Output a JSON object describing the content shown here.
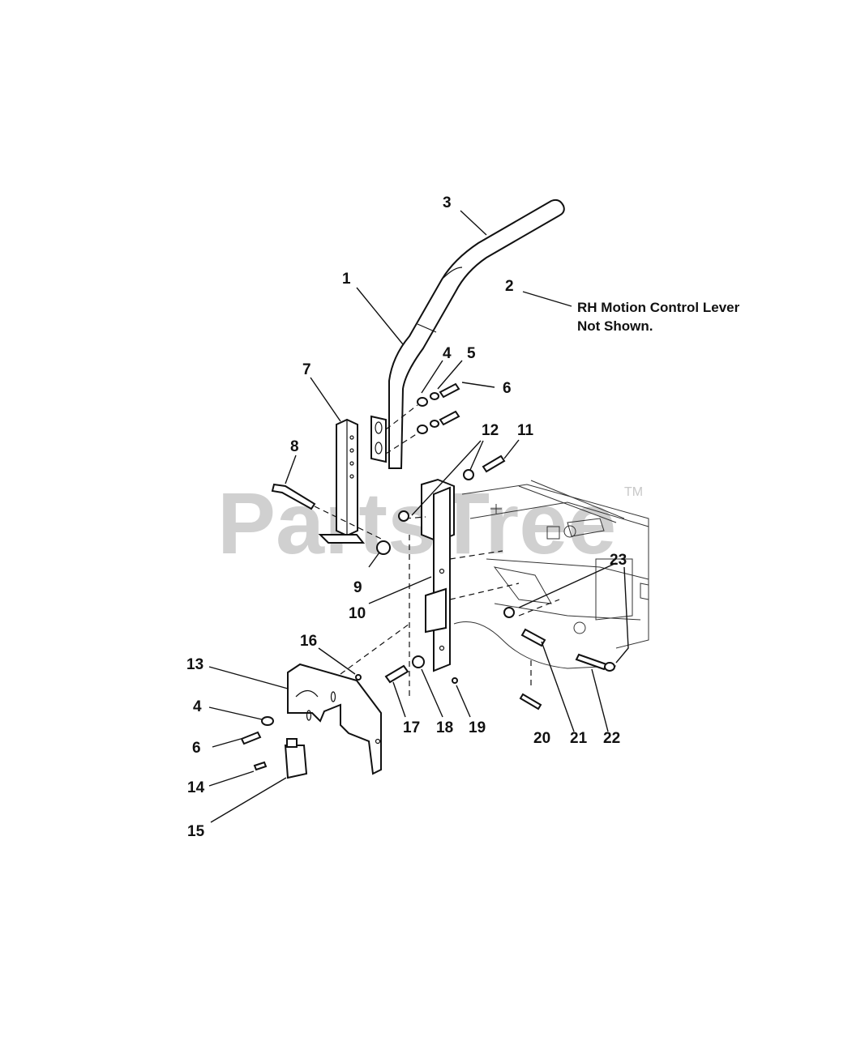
{
  "diagram": {
    "note": {
      "line1": "RH Motion Control Lever",
      "line2": "Not Shown."
    },
    "watermark": {
      "text": "PartsTree",
      "trademark": "TM"
    },
    "callouts": [
      {
        "id": "c1",
        "label": "1"
      },
      {
        "id": "c2",
        "label": "2"
      },
      {
        "id": "c3",
        "label": "3"
      },
      {
        "id": "c4a",
        "label": "4"
      },
      {
        "id": "c4b",
        "label": "4"
      },
      {
        "id": "c5",
        "label": "5"
      },
      {
        "id": "c6a",
        "label": "6"
      },
      {
        "id": "c6b",
        "label": "6"
      },
      {
        "id": "c7",
        "label": "7"
      },
      {
        "id": "c8",
        "label": "8"
      },
      {
        "id": "c9",
        "label": "9"
      },
      {
        "id": "c10",
        "label": "10"
      },
      {
        "id": "c11",
        "label": "11"
      },
      {
        "id": "c12",
        "label": "12"
      },
      {
        "id": "c13",
        "label": "13"
      },
      {
        "id": "c14",
        "label": "14"
      },
      {
        "id": "c15",
        "label": "15"
      },
      {
        "id": "c16",
        "label": "16"
      },
      {
        "id": "c17",
        "label": "17"
      },
      {
        "id": "c18",
        "label": "18"
      },
      {
        "id": "c19",
        "label": "19"
      },
      {
        "id": "c20",
        "label": "20"
      },
      {
        "id": "c21",
        "label": "21"
      },
      {
        "id": "c22",
        "label": "22"
      },
      {
        "id": "c23",
        "label": "23"
      }
    ]
  }
}
